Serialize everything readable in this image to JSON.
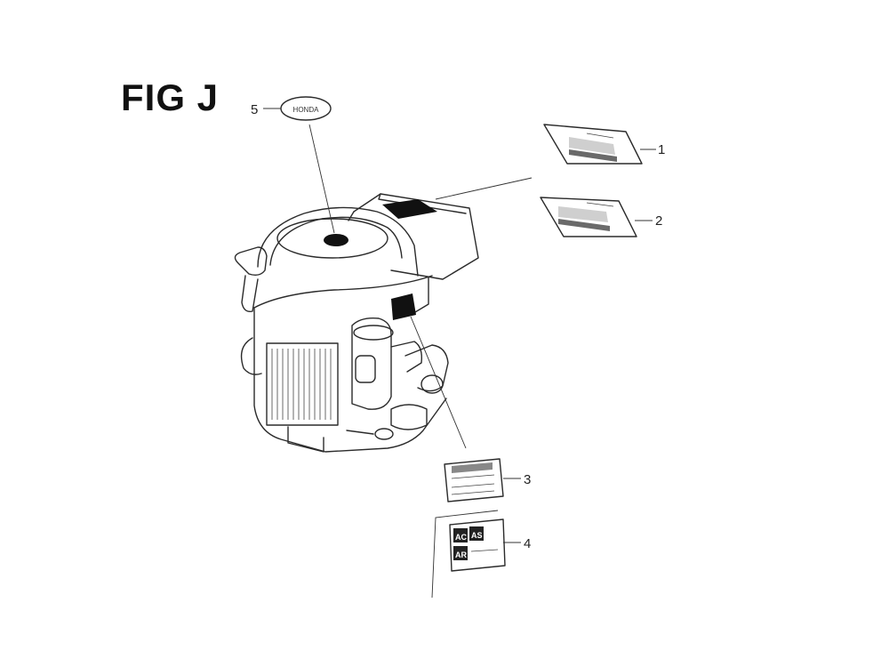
{
  "figure": {
    "title": "FIG J",
    "callouts": [
      "1",
      "2",
      "3",
      "4",
      "5"
    ],
    "part_labels": {
      "decal_5": "HONDA",
      "decal_4_cells": [
        "AC",
        "AS",
        "AR"
      ]
    }
  }
}
